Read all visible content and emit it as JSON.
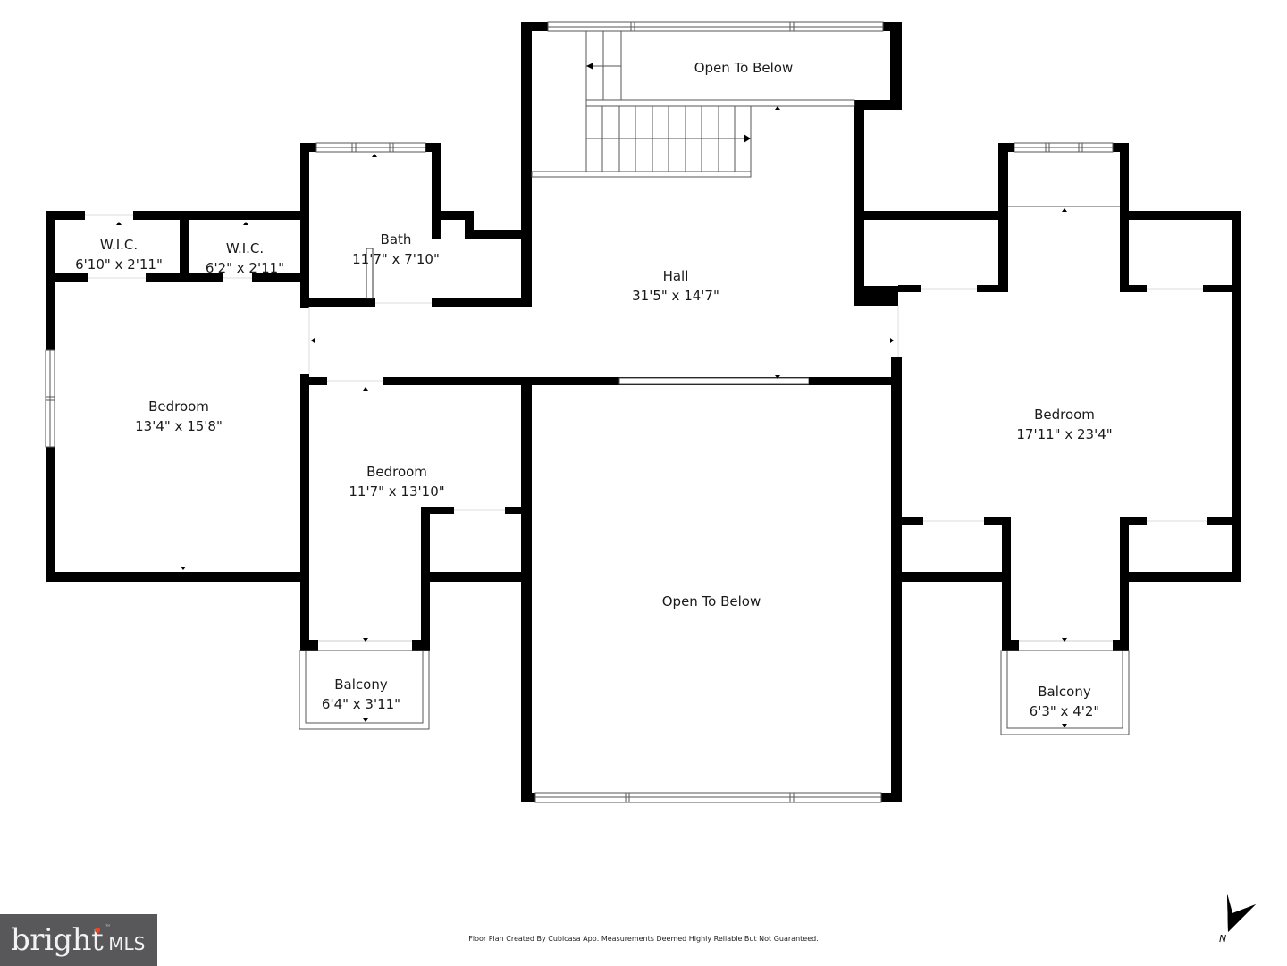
{
  "floor_plan": {
    "rooms": [
      {
        "id": "wic-1",
        "name": "W.I.C.",
        "dimensions": "6'10\" x 2'11\""
      },
      {
        "id": "wic-2",
        "name": "W.I.C.",
        "dimensions": "6'2\" x 2'11\""
      },
      {
        "id": "bath",
        "name": "Bath",
        "dimensions": "11'7\" x 7'10\""
      },
      {
        "id": "hall",
        "name": "Hall",
        "dimensions": "31'5\" x 14'7\""
      },
      {
        "id": "bedroom-left",
        "name": "Bedroom",
        "dimensions": "13'4\" x 15'8\""
      },
      {
        "id": "bedroom-middle",
        "name": "Bedroom",
        "dimensions": "11'7\" x 13'10\""
      },
      {
        "id": "bedroom-right",
        "name": "Bedroom",
        "dimensions": "17'11\" x 23'4\""
      },
      {
        "id": "balcony-left",
        "name": "Balcony",
        "dimensions": "6'4\" x 3'11\""
      },
      {
        "id": "balcony-right",
        "name": "Balcony",
        "dimensions": "6'3\" x 4'2\""
      },
      {
        "id": "open-top",
        "name": "Open To Below",
        "dimensions": ""
      },
      {
        "id": "open-center",
        "name": "Open To Below",
        "dimensions": ""
      }
    ]
  },
  "footer": {
    "disclaimer": "Floor Plan Created By Cubicasa App. Measurements Deemed Highly Reliable But Not Guaranteed."
  },
  "logo": {
    "brand_word": "brigh",
    "brand_t": "t",
    "brand_suffix": "MLS",
    "trademark": "™"
  },
  "compass": {
    "label": "N",
    "icon": "north-arrow-icon"
  },
  "colors": {
    "wall": "#000000",
    "background": "#ffffff",
    "logo_bg": "#58585a",
    "logo_accent": "#e8472a"
  }
}
